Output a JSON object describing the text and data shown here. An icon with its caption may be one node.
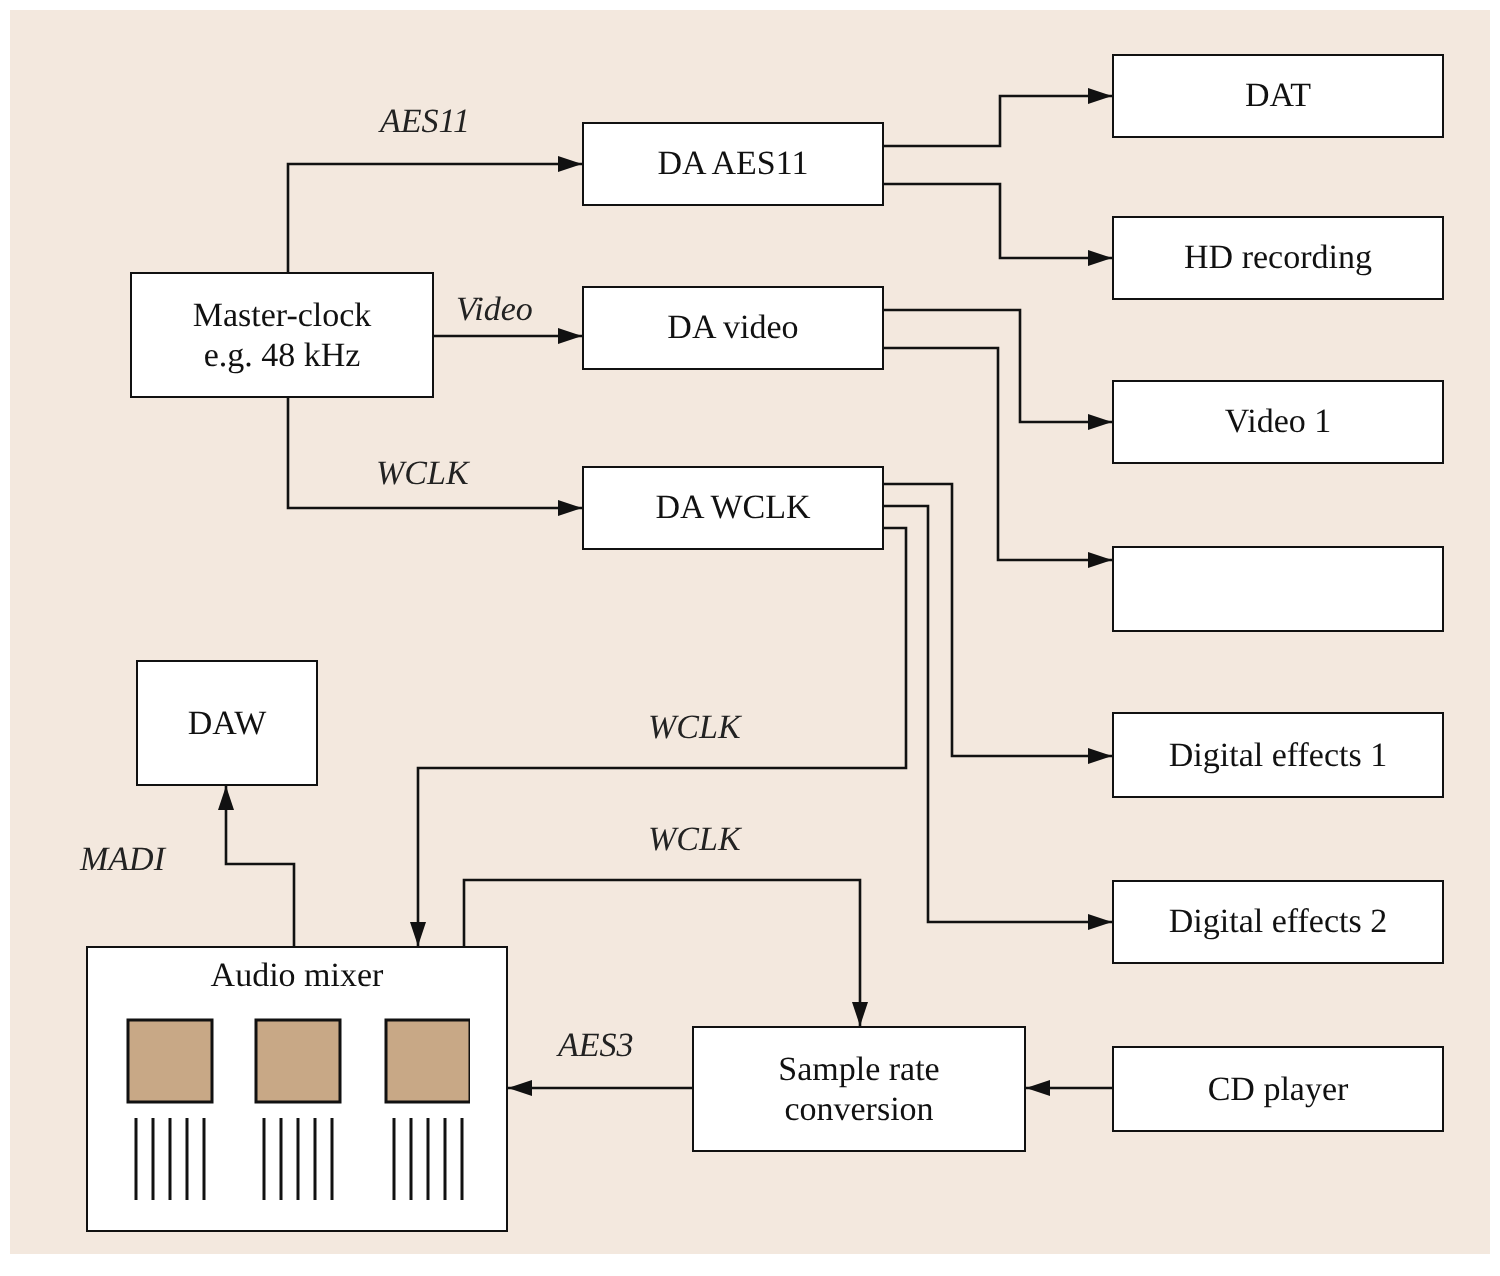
{
  "diagram": {
    "nodes": [
      {
        "text": [
          "Master-clock e.g. 48 kHz"
        ]
      },
      {
        "text": [
          "DA AES11"
        ]
      },
      {
        "text": [
          "DA video"
        ]
      },
      {
        "text": [
          "DA WCLK"
        ]
      },
      {
        "text": [
          "DAT"
        ]
      },
      {
        "text": [
          "HD recording"
        ]
      },
      {
        "text": [
          "Video 1"
        ]
      },
      {
        "text": [],
        "shape": "box"
      },
      {
        "text": [
          "DAW"
        ]
      },
      {
        "text": [
          "Audio mixer"
        ]
      },
      {
        "text": [
          "Digital effects 1"
        ]
      },
      {
        "text": [
          "Digital effects 2"
        ]
      },
      {
        "text": [
          "Sample rate conversion"
        ]
      },
      {
        "text": [
          "CD player"
        ]
      }
    ],
    "edges": [
      {
        "from": 0,
        "to": 1,
        "arrow": "to",
        "label": "AES11"
      },
      {
        "from": 0,
        "to": 2,
        "arrow": "to",
        "label": "Video"
      },
      {
        "from": 0,
        "to": 3,
        "arrow": "to",
        "label": "WCLK"
      },
      {
        "from": 1,
        "to": 4,
        "arrow": "to"
      },
      {
        "from": 1,
        "to": 5,
        "arrow": "to"
      },
      {
        "from": 2,
        "to": 6,
        "arrow": "to"
      },
      {
        "from": 2,
        "to": 7,
        "arrow": "to"
      },
      {
        "from": 3,
        "to": 10,
        "arrow": "to"
      },
      {
        "from": 3,
        "to": 11,
        "arrow": "to"
      },
      {
        "from": 3,
        "to": 9,
        "arrow": "to",
        "label": "WCLK"
      },
      {
        "from": 9,
        "to": 12,
        "arrow": "to",
        "label": "WCLK"
      },
      {
        "from": 9,
        "to": 8,
        "arrow": "to",
        "label": "MADI"
      },
      {
        "from": 12,
        "to": 9,
        "arrow": "to",
        "label": "AES3"
      },
      {
        "from": 13,
        "to": 12,
        "arrow": "to"
      }
    ]
  }
}
